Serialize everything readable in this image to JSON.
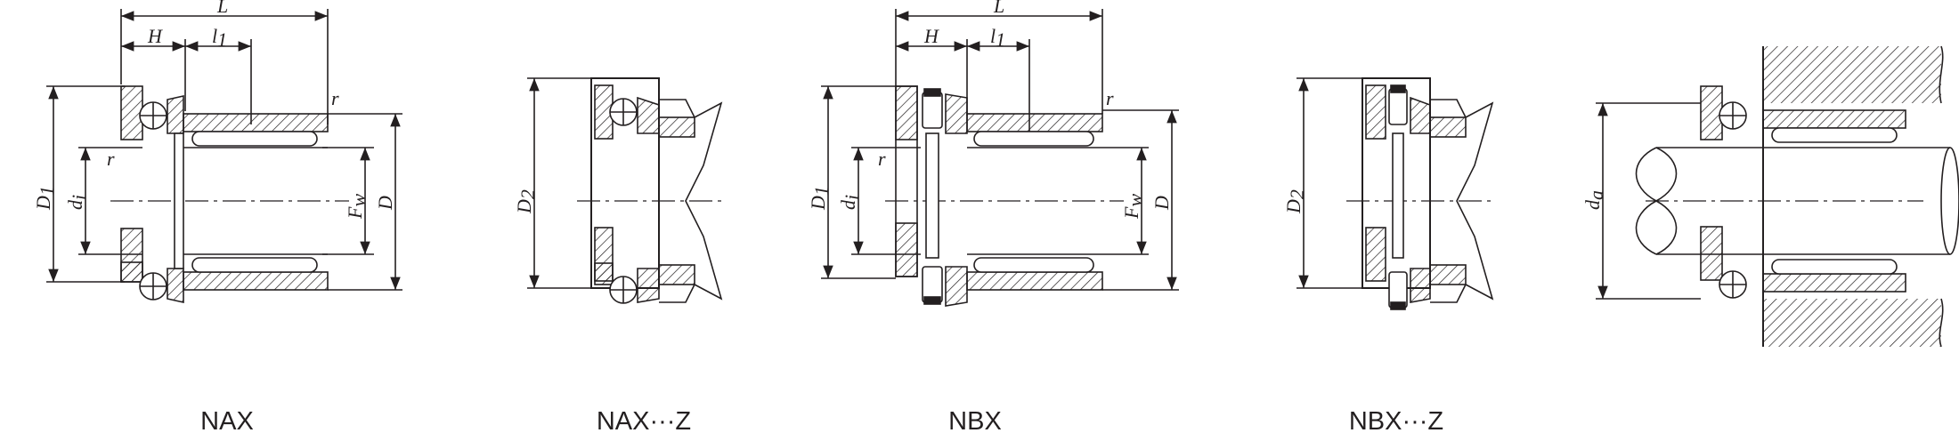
{
  "captions": {
    "nax": "NAX",
    "nax_z": "NAX···Z",
    "nbx": "NBX",
    "nbx_z": "NBX···Z"
  },
  "labels": {
    "L": "L",
    "H": "H",
    "l1_main": "l",
    "l1_sub": "1",
    "r": "r",
    "D1_main": "D",
    "D1_sub": "1",
    "di_main": "d",
    "di_sub": "i",
    "Fw_main": "F",
    "Fw_sub": "w",
    "D": "D",
    "D2_main": "D",
    "D2_sub": "2",
    "da_main": "d",
    "da_sub": "a"
  }
}
